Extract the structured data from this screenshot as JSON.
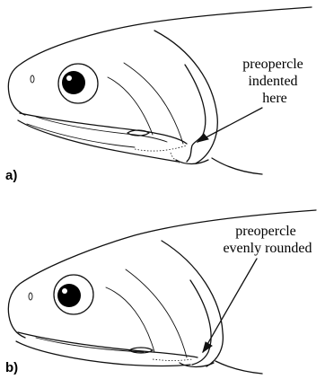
{
  "panels": [
    {
      "label": "a)",
      "callout_lines": [
        "preopercle",
        "indented",
        "here"
      ]
    },
    {
      "label": "b)",
      "callout_lines": [
        "preopercle",
        "evenly rounded"
      ]
    }
  ]
}
